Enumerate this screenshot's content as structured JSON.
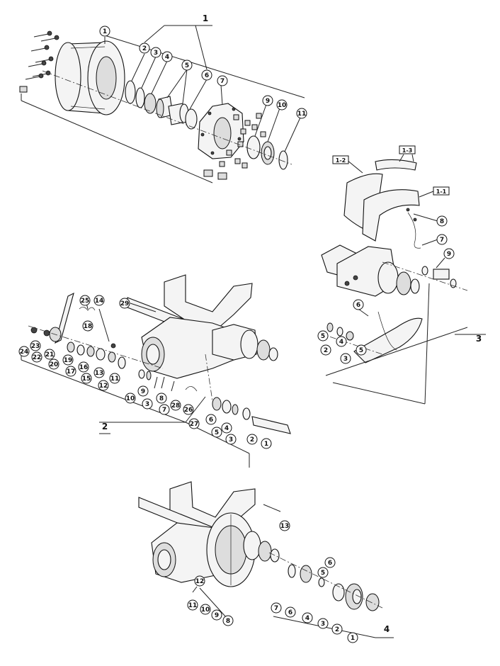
{
  "groups": {
    "g1": {
      "label": "1",
      "callouts": [
        "1",
        "2",
        "3",
        "4",
        "5",
        "6",
        "7",
        "9",
        "10",
        "11"
      ]
    },
    "g2": {
      "label": "2",
      "callouts": [
        "25",
        "14",
        "29",
        "18",
        "23",
        "24",
        "22",
        "21",
        "20",
        "19",
        "17",
        "16",
        "15",
        "13",
        "12",
        "11",
        "10",
        "9",
        "8",
        "3",
        "7",
        "28",
        "26",
        "27",
        "6",
        "5",
        "4",
        "3",
        "2",
        "1"
      ]
    },
    "g3": {
      "label": "3",
      "callouts": [
        "8",
        "7",
        "9",
        "6",
        "5",
        "4",
        "2",
        "3",
        "5"
      ],
      "boxed": [
        "1-2",
        "1-3",
        "1-1"
      ]
    },
    "g4": {
      "label": "4",
      "callouts": [
        "13",
        "12",
        "11",
        "10",
        "9",
        "8",
        "7",
        "6",
        "6",
        "5",
        "4",
        "3",
        "2",
        "1"
      ]
    }
  }
}
